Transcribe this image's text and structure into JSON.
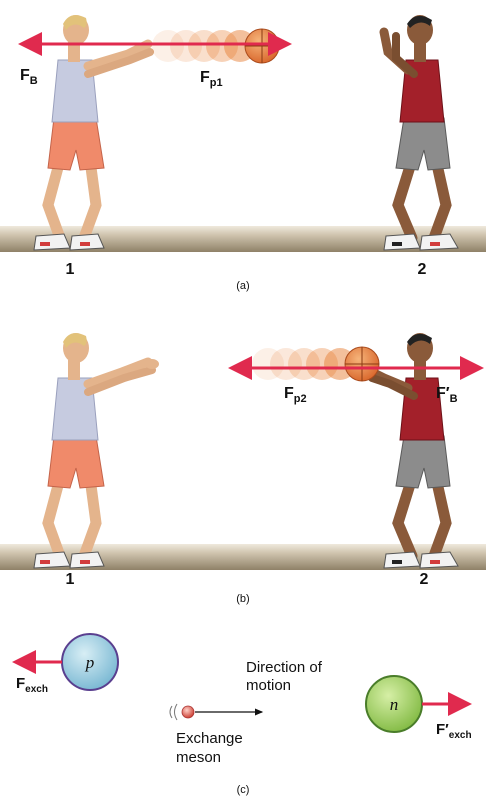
{
  "colors": {
    "arrow": "#e02a4e",
    "ball": "#e8823a",
    "floor_top": "#e6dfd2",
    "floor_bottom": "#9a8c72",
    "proton_fill": "#8fc6dc",
    "proton_edge": "#5a3f8f",
    "neutron_fill": "#9ccf4a",
    "neutron_edge": "#4a7d2a",
    "meson": "#d94a3a"
  },
  "panel_a": {
    "force_left": {
      "main": "F",
      "sub": "B"
    },
    "force_right": {
      "main": "F",
      "sub": "p1"
    },
    "player1_label": "1",
    "player2_label": "2",
    "caption": "(a)"
  },
  "panel_b": {
    "force_left": {
      "main": "F",
      "sub": "p2"
    },
    "force_right": {
      "main": "F′",
      "sub": "B"
    },
    "player1_label": "1",
    "player2_label": "2",
    "caption": "(b)"
  },
  "panel_c": {
    "proton_symbol": "p",
    "proton_force": {
      "main": "F",
      "sub": "exch"
    },
    "motion_label_line1": "Direction of",
    "motion_label_line2": "motion",
    "meson_label_line1": "Exchange",
    "meson_label_line2": "meson",
    "neutron_symbol": "n",
    "neutron_force": {
      "main": "F′",
      "sub": "exch"
    },
    "caption": "(c)"
  }
}
